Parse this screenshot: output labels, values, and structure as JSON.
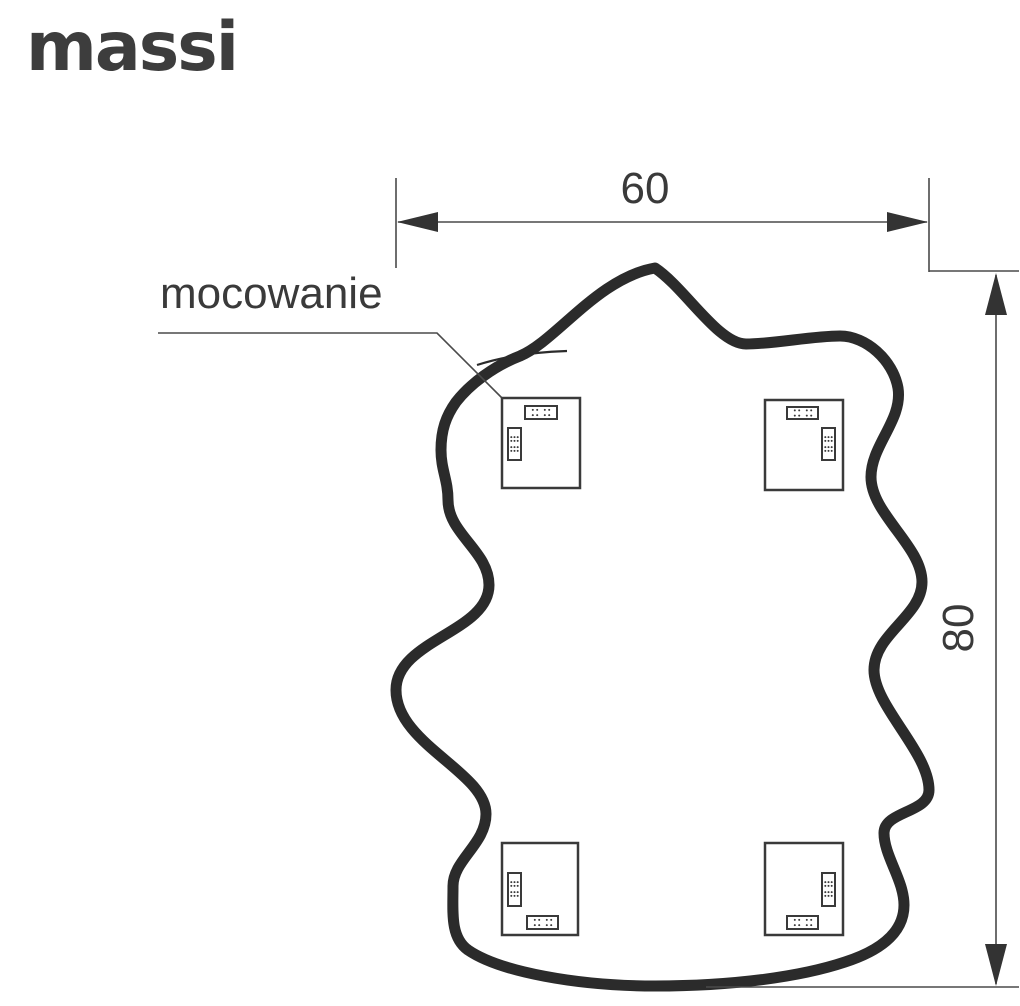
{
  "brand": {
    "logo_text": "massi"
  },
  "diagram": {
    "width_label": "60",
    "height_label": "80",
    "mounting_label": "mocowanie",
    "mounting_bracket_count": 4,
    "colors": {
      "outline": "#2b2b2b",
      "dimension_line": "#4a4a4a",
      "label_text": "#3a3a3a",
      "background": "#ffffff"
    }
  }
}
